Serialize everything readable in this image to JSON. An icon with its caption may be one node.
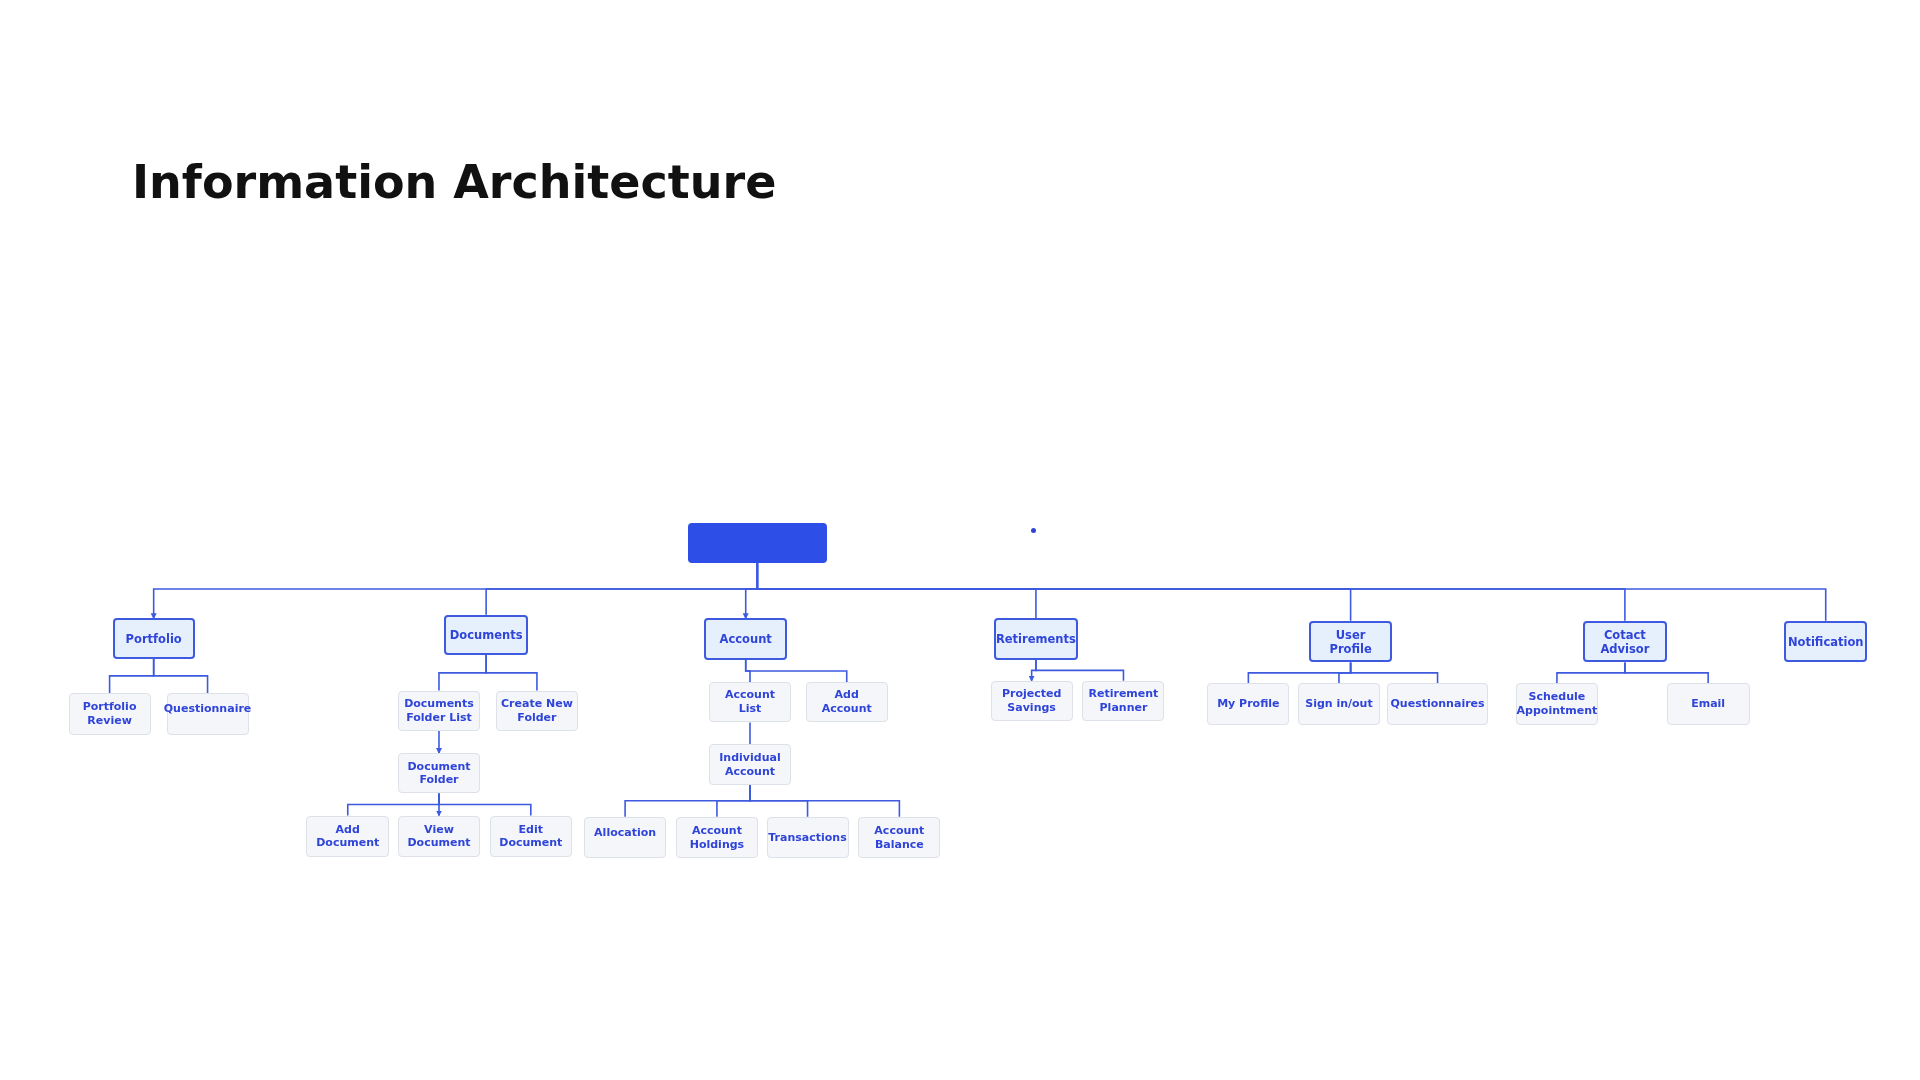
{
  "diagram": {
    "title": "Information Architecture",
    "nodes": [
      {
        "text": [],
        "shape": "box"
      },
      {
        "text": [
          "Portfolio"
        ]
      },
      {
        "text": [
          "Portfolio Review"
        ]
      },
      {
        "text": [
          "Questionnaire"
        ]
      },
      {
        "text": [
          "Documents"
        ]
      },
      {
        "text": [
          "Documents Folder List"
        ]
      },
      {
        "text": [
          "Create New Folder"
        ]
      },
      {
        "text": [
          "Document Folder"
        ]
      },
      {
        "text": [
          "Add Document"
        ]
      },
      {
        "text": [
          "View Document"
        ]
      },
      {
        "text": [
          "Edit Document"
        ]
      },
      {
        "text": [
          "Account"
        ]
      },
      {
        "text": [
          "Account List"
        ]
      },
      {
        "text": [
          "Add Account"
        ]
      },
      {
        "text": [
          "Individual Account"
        ]
      },
      {
        "text": [
          "Allocation"
        ]
      },
      {
        "text": [
          "Account Holdings"
        ]
      },
      {
        "text": [
          "Transactions"
        ]
      },
      {
        "text": [
          "Account Balance"
        ]
      },
      {
        "text": [
          "Retirements"
        ]
      },
      {
        "text": [
          "Projected Savings"
        ]
      },
      {
        "text": [
          "Retirement Planner"
        ]
      },
      {
        "text": [
          "User Profile"
        ]
      },
      {
        "text": [
          "My Profile"
        ]
      },
      {
        "text": [
          "Sign in/out"
        ]
      },
      {
        "text": [
          "Questionnaires"
        ]
      },
      {
        "text": [
          "Cotact Advisor"
        ]
      },
      {
        "text": [
          "Schedule Appointment"
        ]
      },
      {
        "text": [
          "Email"
        ]
      },
      {
        "text": [
          "Notification"
        ]
      }
    ],
    "edges": [
      {
        "from": 0,
        "to": 1,
        "arrow": "to"
      },
      {
        "from": 0,
        "to": 4,
        "arrow": "none"
      },
      {
        "from": 0,
        "to": 11,
        "arrow": "to"
      },
      {
        "from": 0,
        "to": 19,
        "arrow": "none"
      },
      {
        "from": 0,
        "to": 22,
        "arrow": "none"
      },
      {
        "from": 0,
        "to": 26,
        "arrow": "none"
      },
      {
        "from": 0,
        "to": 29,
        "arrow": "none"
      },
      {
        "from": 1,
        "to": 2,
        "arrow": "none"
      },
      {
        "from": 1,
        "to": 3,
        "arrow": "none"
      },
      {
        "from": 4,
        "to": 5,
        "arrow": "none"
      },
      {
        "from": 4,
        "to": 6,
        "arrow": "none"
      },
      {
        "from": 5,
        "to": 7,
        "arrow": "to"
      },
      {
        "from": 7,
        "to": 8,
        "arrow": "none"
      },
      {
        "from": 7,
        "to": 9,
        "arrow": "to"
      },
      {
        "from": 7,
        "to": 10,
        "arrow": "none"
      },
      {
        "from": 11,
        "to": 12,
        "arrow": "none"
      },
      {
        "from": 11,
        "to": 13,
        "arrow": "none"
      },
      {
        "from": 12,
        "to": 14,
        "arrow": "none"
      },
      {
        "from": 14,
        "to": 15,
        "arrow": "none"
      },
      {
        "from": 14,
        "to": 16,
        "arrow": "none"
      },
      {
        "from": 14,
        "to": 17,
        "arrow": "none"
      },
      {
        "from": 14,
        "to": 18,
        "arrow": "none"
      },
      {
        "from": 19,
        "to": 20,
        "arrow": "to"
      },
      {
        "from": 19,
        "to": 21,
        "arrow": "none"
      },
      {
        "from": 22,
        "to": 23,
        "arrow": "none"
      },
      {
        "from": 22,
        "to": 24,
        "arrow": "none"
      },
      {
        "from": 22,
        "to": 25,
        "arrow": "none"
      },
      {
        "from": 26,
        "to": 27,
        "arrow": "none"
      },
      {
        "from": 26,
        "to": 28,
        "arrow": "none"
      }
    ]
  }
}
